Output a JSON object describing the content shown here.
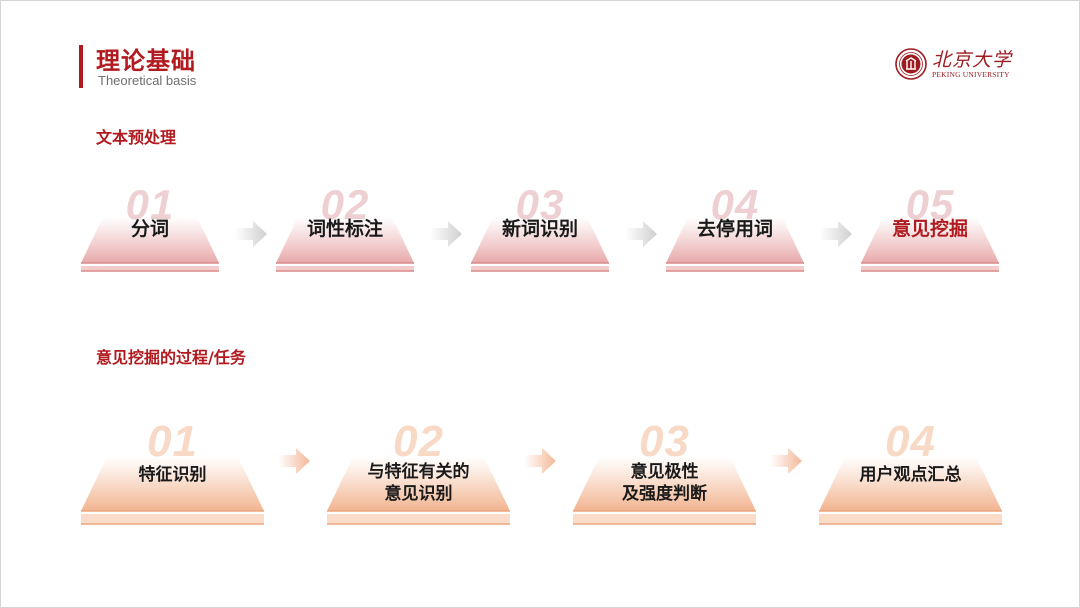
{
  "header": {
    "title": "理论基础",
    "subtitle": "Theoretical basis",
    "logo": {
      "chinese": "北京大学",
      "english": "PEKING UNIVERSITY",
      "seal_icon": "pku-seal-icon"
    }
  },
  "colors": {
    "brand_red": "#b11a1f",
    "red_gradient_start": "#ffffff",
    "red_gradient_end": "#e8a9a9",
    "orange_gradient_start": "#ffffff",
    "orange_gradient_end": "#f2b48f",
    "arrow_gray": "#cfcfcf",
    "arrow_orange": "#f4b898"
  },
  "section1": {
    "heading": "文本预处理",
    "steps": [
      {
        "number": "01",
        "label": "分词"
      },
      {
        "number": "02",
        "label": "词性标注"
      },
      {
        "number": "03",
        "label": "新词识别"
      },
      {
        "number": "04",
        "label": "去停用词"
      },
      {
        "number": "05",
        "label": "意见挖掘",
        "highlight": true
      }
    ]
  },
  "section2": {
    "heading": "意见挖掘的过程/任务",
    "steps": [
      {
        "number": "01",
        "label": "特征识别"
      },
      {
        "number": "02",
        "label": "与特征有关的\n意见识别"
      },
      {
        "number": "03",
        "label": "意见极性\n及强度判断"
      },
      {
        "number": "04",
        "label": "用户观点汇总"
      }
    ]
  }
}
